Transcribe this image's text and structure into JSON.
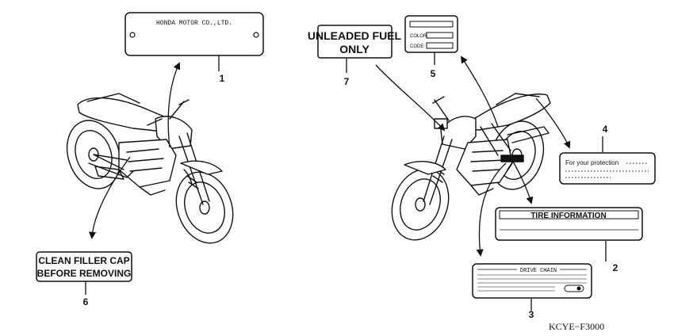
{
  "labels": {
    "honda_plate": {
      "text": "HONDA MOTOR CO.,LTD.",
      "number": "1"
    },
    "tire_info": {
      "text": "TIRE INFORMATION",
      "number": "2"
    },
    "drive_chain": {
      "text": "DRIVE CHAIN",
      "number": "3"
    },
    "protection": {
      "text": "For your protection",
      "number": "4"
    },
    "color_code": {
      "color_label": "COLOR",
      "code_label": "CODE",
      "number": "5"
    },
    "filler_cap": {
      "line1": "CLEAN FILLER CAP",
      "line2": "BEFORE REMOVING",
      "number": "6"
    },
    "unleaded": {
      "line1": "UNLEADED FUEL",
      "line2": "ONLY",
      "number": "7"
    }
  },
  "diagram_code": "KCYE−F3000"
}
